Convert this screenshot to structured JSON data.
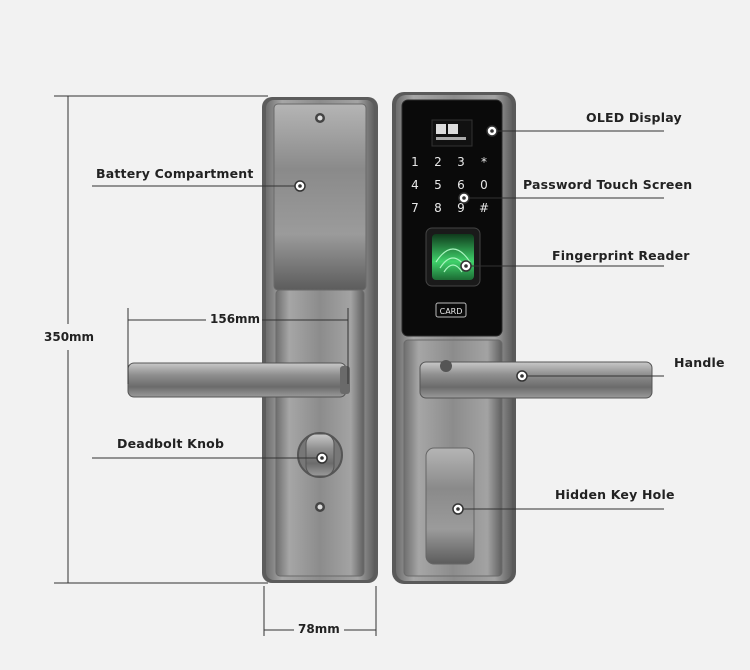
{
  "labels": {
    "battery": "Battery Compartment",
    "deadbolt": "Deadbolt Knob",
    "oled": "OLED Display",
    "password": "Password Touch Screen",
    "fingerprint": "Fingerprint Reader",
    "handle": "Handle",
    "keyhole": "Hidden Key Hole"
  },
  "dimensions": {
    "height": "350mm",
    "handle_length": "156mm",
    "width": "78mm"
  },
  "keypad": {
    "keys": [
      "1",
      "2",
      "3",
      "*",
      "4",
      "5",
      "6",
      "0",
      "7",
      "8",
      "9",
      "#"
    ],
    "card": "CARD"
  },
  "colors": {
    "background": "#f2f2f2",
    "steel": "#8a8a8a",
    "screen": "#0a0a0a",
    "fingerprint_glow": "#3fd16a"
  }
}
